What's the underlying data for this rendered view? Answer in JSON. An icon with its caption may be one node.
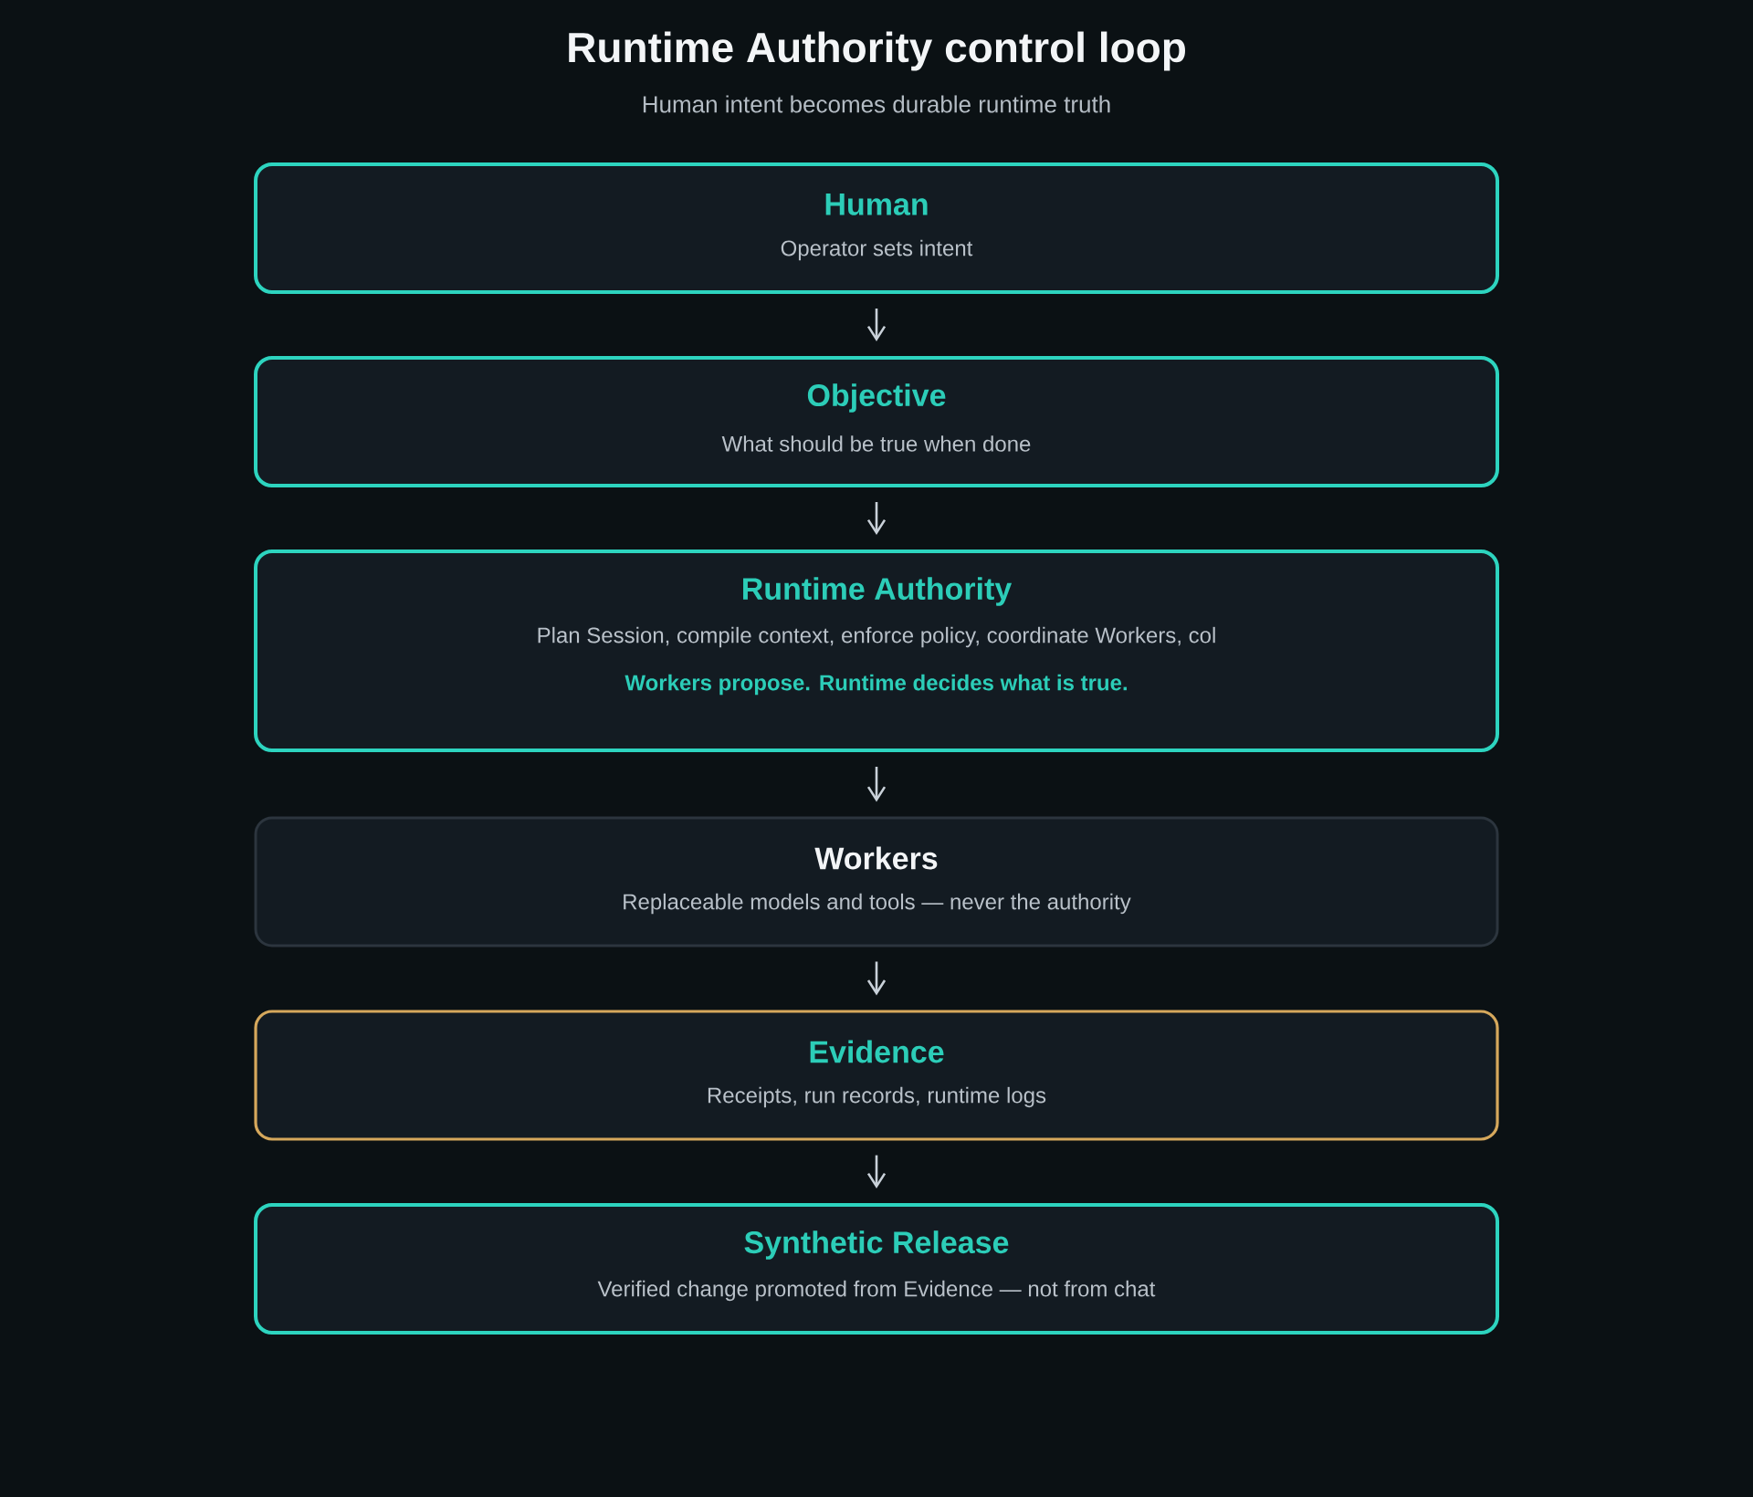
{
  "diagram": {
    "title": "Runtime Authority control loop",
    "caption": "Human intent becomes durable runtime truth",
    "nodes": [
      {
        "text": [
          "Human",
          "Operator sets intent"
        ]
      },
      {
        "text": [
          "Objective",
          "What should be true when done"
        ]
      },
      {
        "text": [
          "Runtime Authority",
          "Plan Session, compile context, enforce policy, coordinate Workers, col",
          "Workers propose. Runtime decides what is true."
        ]
      },
      {
        "text": [
          "Workers",
          "Replaceable models and tools — never the authority"
        ]
      },
      {
        "text": [
          "Evidence",
          "Receipts, run records, runtime logs"
        ]
      },
      {
        "text": [
          "Synthetic Release",
          "Verified change promoted from Evidence — not from chat"
        ]
      }
    ],
    "edges": [
      {
        "from": 0,
        "to": 1,
        "arrow": "to"
      },
      {
        "from": 1,
        "to": 2,
        "arrow": "to"
      },
      {
        "from": 2,
        "to": 3,
        "arrow": "to"
      },
      {
        "from": 3,
        "to": 4,
        "arrow": "to"
      },
      {
        "from": 4,
        "to": 5,
        "arrow": "to"
      }
    ]
  }
}
